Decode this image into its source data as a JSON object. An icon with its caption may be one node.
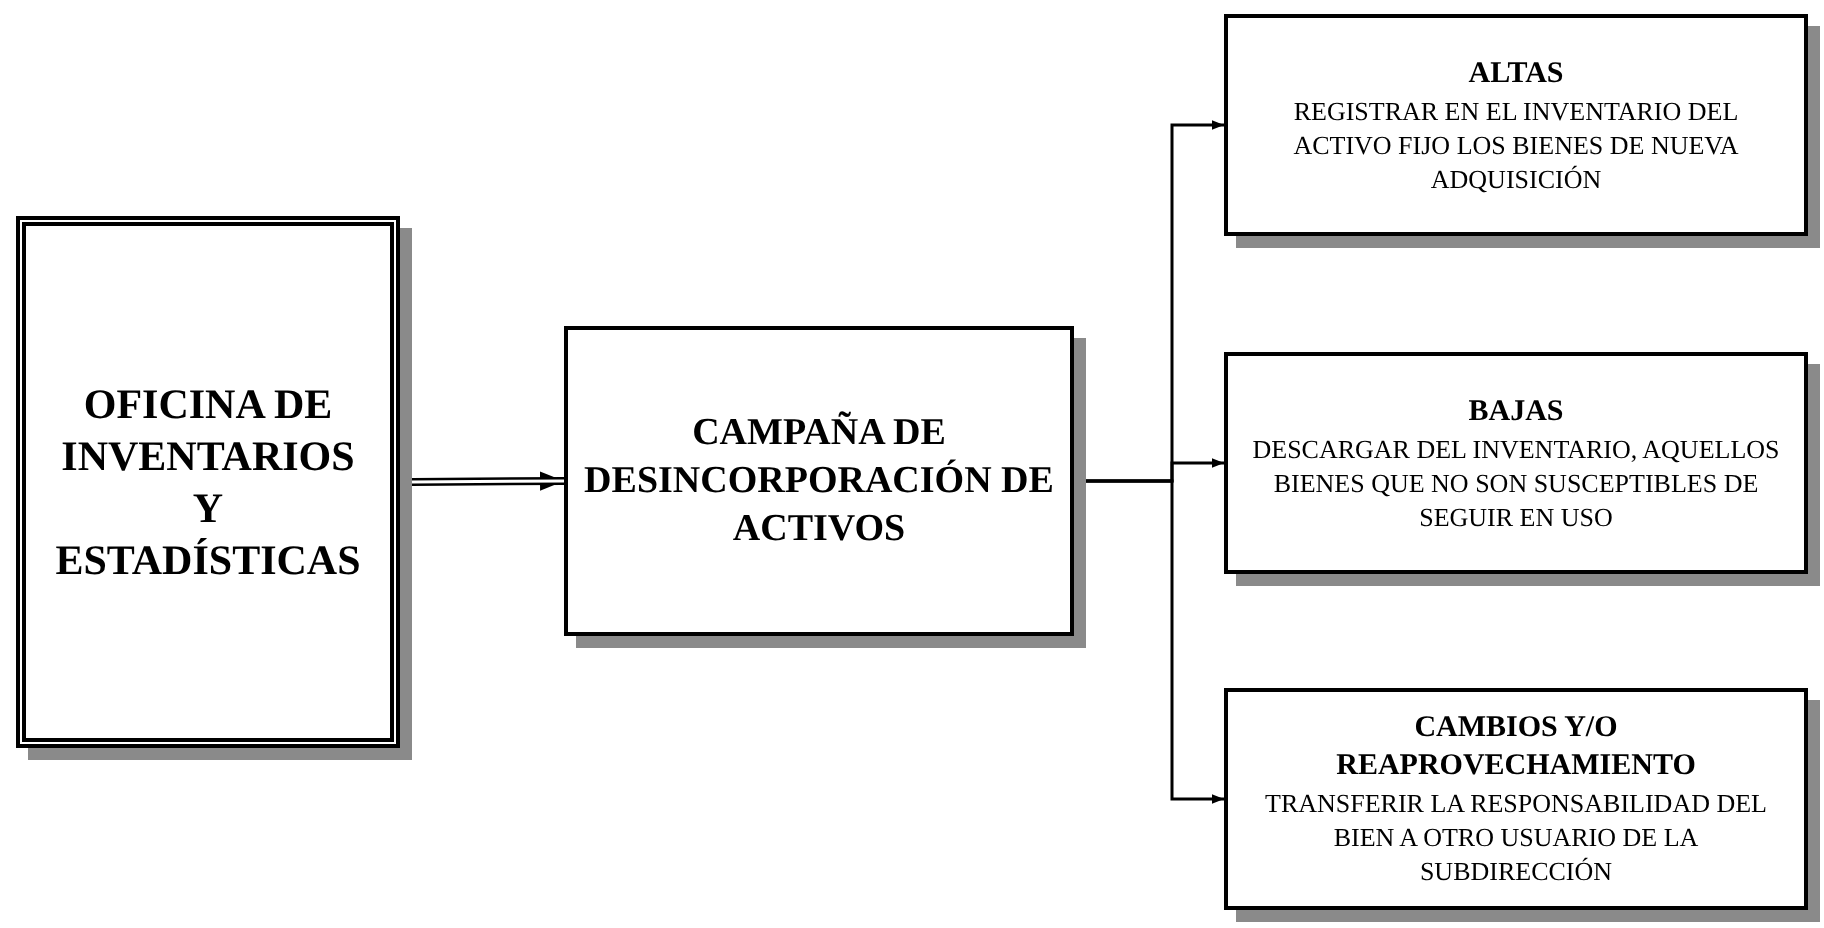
{
  "diagram": {
    "nodes": [
      {
        "text": [
          "OFICINA DE INVENTARIOS Y ESTADÍSTICAS"
        ]
      },
      {
        "text": [
          "CAMPAÑA DE DESINCORPORACIÓN DE ACTIVOS"
        ]
      },
      {
        "text": [
          "ALTAS",
          "REGISTRAR EN EL INVENTARIO DEL ACTIVO FIJO LOS BIENES DE NUEVA ADQUISICIÓN"
        ]
      },
      {
        "text": [
          "BAJAS",
          "DESCARGAR DEL INVENTARIO, AQUELLOS BIENES QUE NO SON SUSCEPTIBLES DE SEGUIR EN USO"
        ]
      },
      {
        "text": [
          "CAMBIOS Y/O REAPROVECHAMIENTO",
          "TRANSFERIR LA RESPONSABILIDAD DEL BIEN A OTRO USUARIO DE LA SUBDIRECCIÓN"
        ]
      }
    ],
    "edges": [
      {
        "from": 0,
        "to": 1,
        "arrow": "to",
        "style": "thick"
      },
      {
        "from": 1,
        "to": 2,
        "arrow": "to"
      },
      {
        "from": 1,
        "to": 3,
        "arrow": "to"
      },
      {
        "from": 1,
        "to": 4,
        "arrow": "to"
      }
    ]
  }
}
